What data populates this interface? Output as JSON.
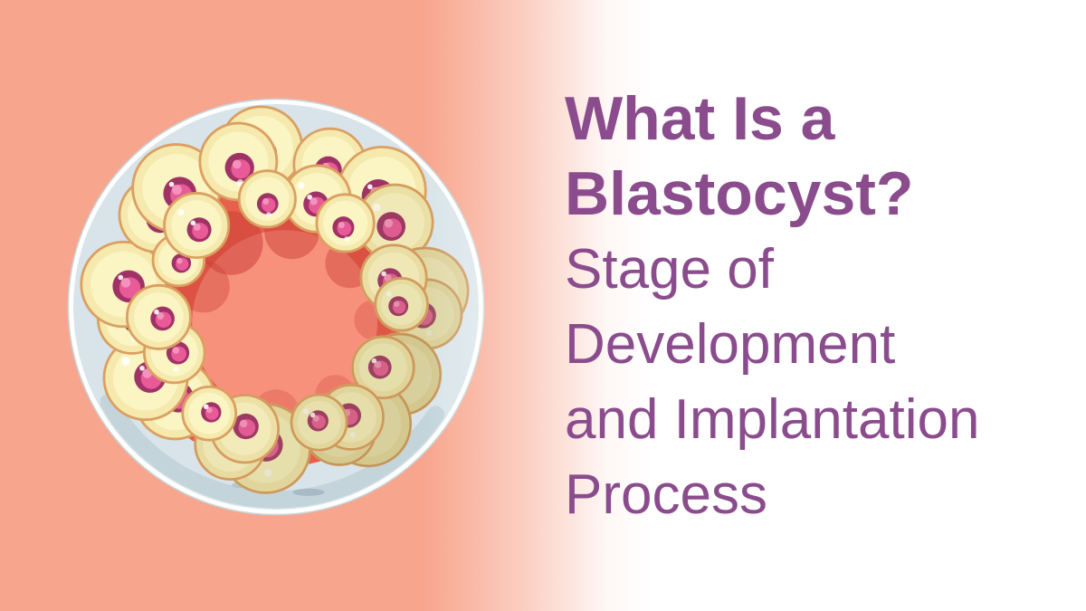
{
  "page": {
    "type": "article-header-graphic",
    "background_left": "#F8A58D",
    "background_right": "#FFFFFF"
  },
  "title": {
    "color": "#8B4C8E",
    "lines": [
      {
        "text": "What Is a"
      },
      {
        "text": "Blastocyst?"
      },
      {
        "text": "Stage of"
      },
      {
        "text": "Development"
      },
      {
        "text": "and Implantation"
      },
      {
        "text": "Process"
      }
    ]
  },
  "illustration": {
    "name": "blastocyst-cross-section",
    "alt": "Cross-section illustration of a blastocyst: a ring of pale yellow cells with pink nuclei surrounding a fluid-filled salmon cavity, enclosed by a light blue-gray zona pellucida",
    "outer_cell_count": 18,
    "inner_cell_count": 14,
    "colors": {
      "zona_fill": "#D8E4E9",
      "zona_rim": "#FFFFFF",
      "zona_outline": "#C6D5DB",
      "zona_shadow": "#AEC3CD",
      "streak": "#9FB4BF",
      "red_ring": "#E6604B",
      "red_deep": "#CC4038",
      "cavity": "#F8917C",
      "cell_fill": "#F5E9AE",
      "cell_inner": "#FBF5C3",
      "cell_stroke": "#DB9F61",
      "cell_shade": "#8A7E48",
      "nucleus_ring": "#A03366",
      "nucleus_fill": "#E85A98",
      "nucleus_highlight": "#F492BE",
      "speck": "#FFFFFF"
    }
  }
}
